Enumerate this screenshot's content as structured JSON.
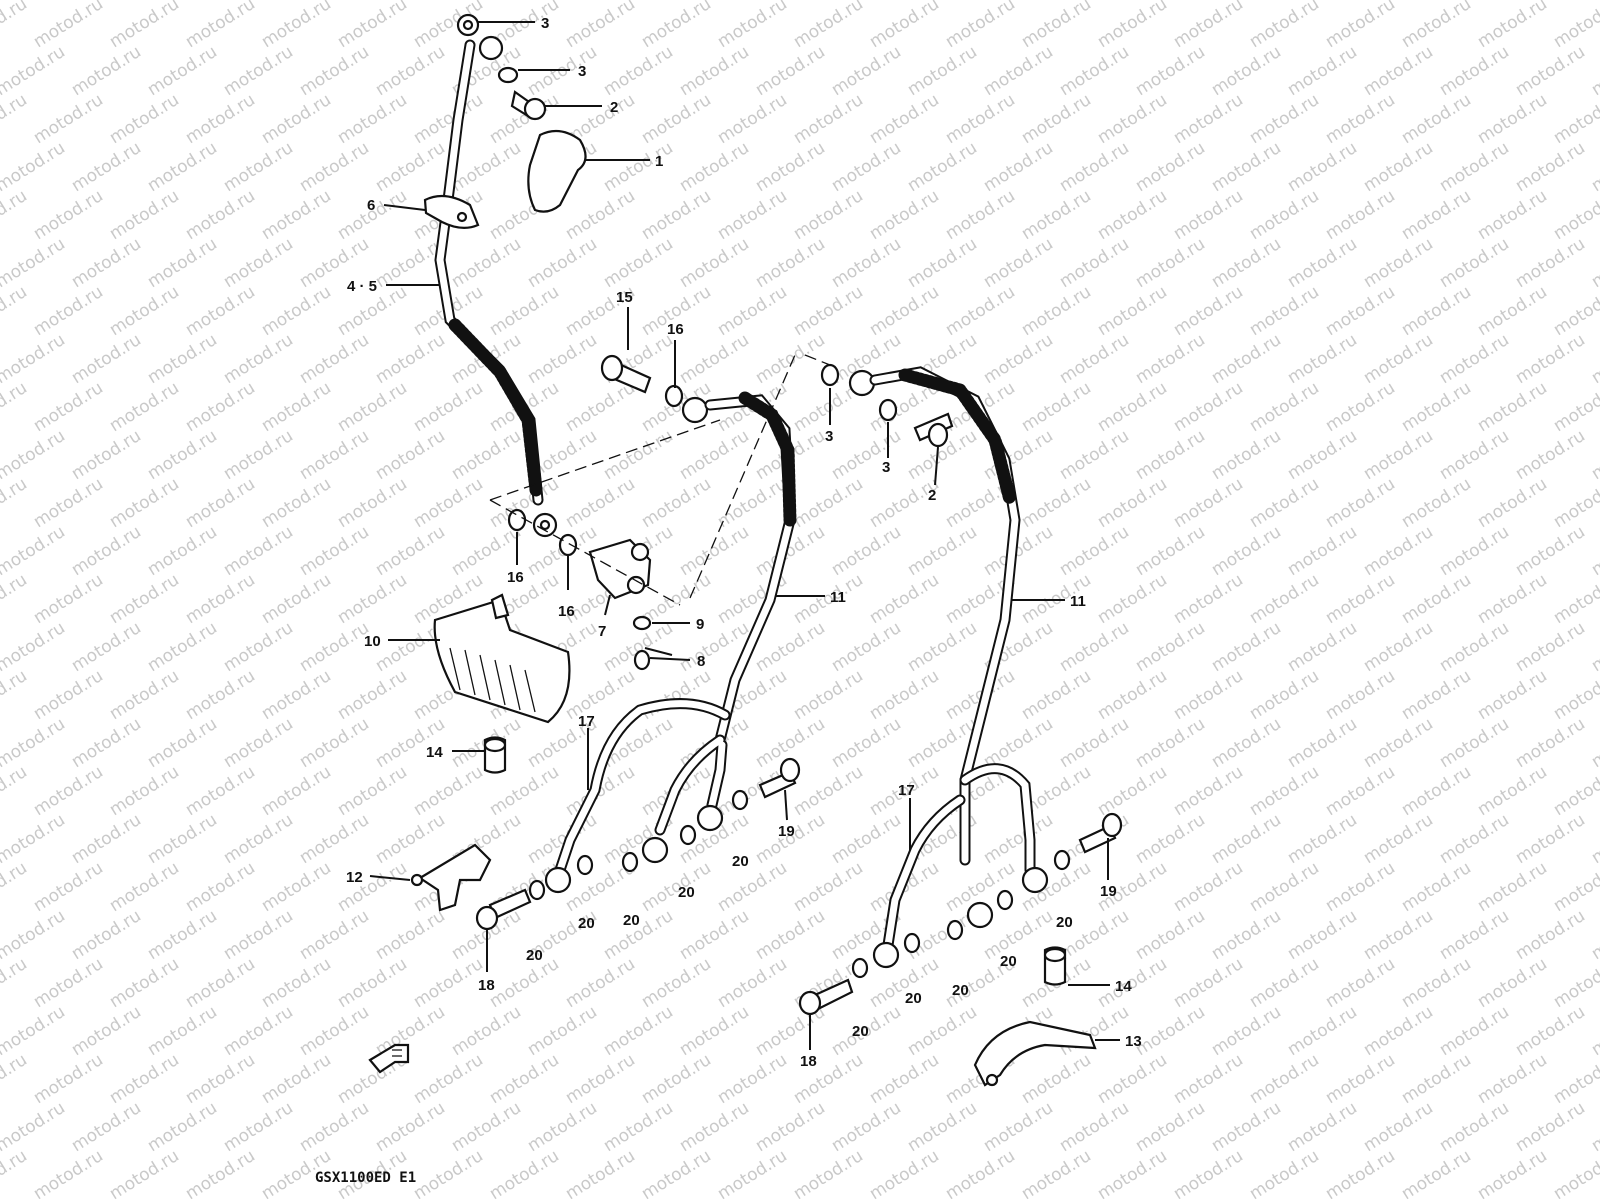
{
  "watermark": {
    "text": "motod.ru"
  },
  "model_code": "GSX1100ED E1",
  "callouts": {
    "c1": "1",
    "c2a": "2",
    "c2b": "2",
    "c3a": "3",
    "c3b": "3",
    "c3c": "3",
    "c3d": "3",
    "c4_5": "4 · 5",
    "c6": "6",
    "c7": "7",
    "c8": "8",
    "c9": "9",
    "c10": "10",
    "c11a": "11",
    "c11b": "11",
    "c12": "12",
    "c13": "13",
    "c14a": "14",
    "c14b": "14",
    "c15": "15",
    "c16a": "16",
    "c16b": "16",
    "c16c": "16",
    "c17a": "17",
    "c17b": "17",
    "c18a": "18",
    "c18b": "18",
    "c19a": "19",
    "c19b": "19",
    "c20a": "20",
    "c20b": "20",
    "c20c": "20",
    "c20d": "20",
    "c20e": "20",
    "c20f": "20",
    "c20g": "20",
    "c20h": "20",
    "c20i": "20",
    "c20j": "20"
  }
}
